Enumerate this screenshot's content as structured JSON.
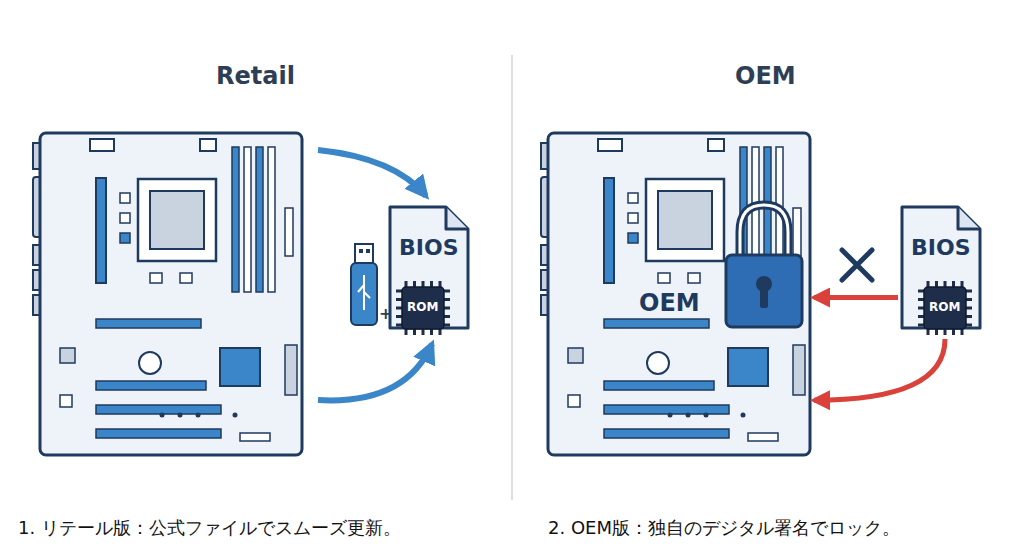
{
  "diagram": {
    "nodes": [
      {
        "text": [
          "BIOS"
        ]
      },
      {
        "text": [
          "ROM"
        ],
        "in": 0
      },
      {
        "text": [
          "OEM"
        ]
      },
      {
        "text": [
          "BIOS"
        ]
      },
      {
        "text": [
          "ROM"
        ],
        "in": 3
      }
    ],
    "edges": [
      {
        "from": 3,
        "to": 2,
        "arrow": "to"
      },
      {
        "from": 4,
        "to": 2,
        "arrow": "to"
      }
    ],
    "labels": [
      "Retail",
      "OEM",
      "+",
      "1. リテール版：公式ファイルでスムーズ更新。",
      "2. OEM版：独自のデジタル署名でロック。"
    ]
  }
}
